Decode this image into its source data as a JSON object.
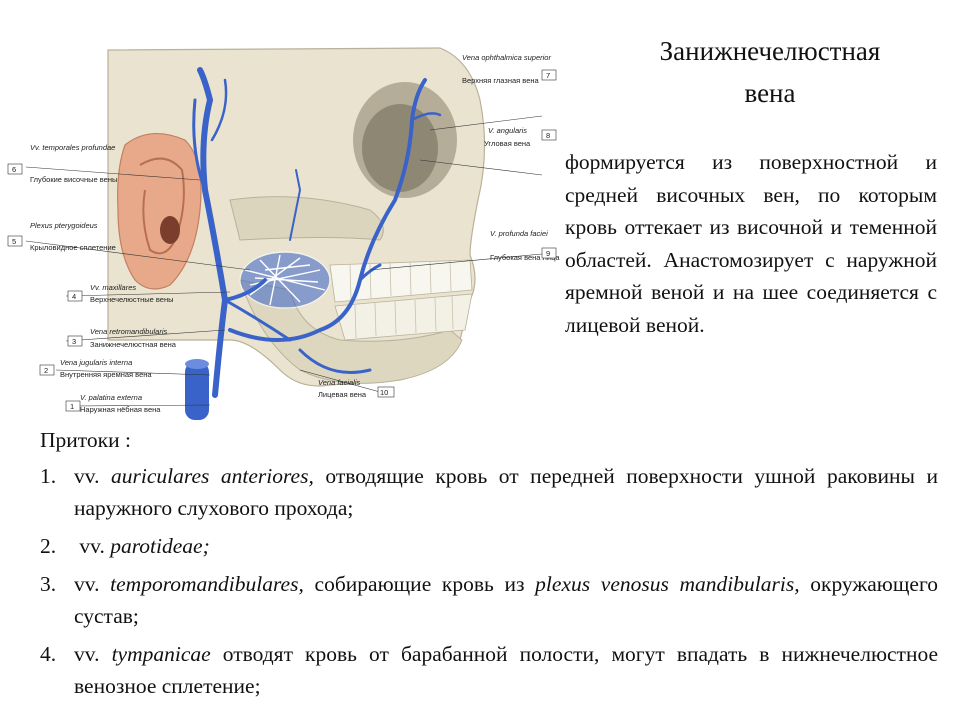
{
  "title": {
    "line1": "Занижнечелюстная",
    "line2": "вена"
  },
  "description": {
    "text": "формируется из поверхностной и средней височных вен, по которым кровь оттекает из височной и теменной областей. Анастомозирует с наружной яремной веной и на шее соединяется с лицевой веной."
  },
  "figure_labels": {
    "l1_lat": "Vena ophthalmica superior",
    "l1_ru": "Верхняя глазная вена",
    "l1_num": "7",
    "l2_lat": "V. angularis",
    "l2_ru": "Угловая вена",
    "l2_num": "8",
    "l3_lat": "Vv. temporales profundae",
    "l3_ru": "Глубокие височные вены",
    "l3_num": "6",
    "l4_lat": "Plexus pterygoideus",
    "l4_ru": "Крыловидное сплетение",
    "l4_num": "5",
    "l5_lat": "V. profunda faciei",
    "l5_ru": "Глубокая вена лица",
    "l5_num": "9",
    "l6_lat": "Vv. maxillares",
    "l6_ru": "Верхнечелюстные вены",
    "l6_num": "4",
    "l7_lat": "Vena retromandibularis",
    "l7_ru": "Занижнечелюстная вена",
    "l7_num": "3",
    "l8_lat": "Vena jugularis interna",
    "l8_ru": "Внутренняя яремная вена",
    "l8_num": "2",
    "l9_lat": "V. palatina externa",
    "l9_ru": "Наружная нёбная вена",
    "l9_num": "1",
    "l10_lat": "Vena facialis",
    "l10_ru": "Лицевая вена",
    "l10_num": "10"
  },
  "tributaries": {
    "heading": "Притоки :",
    "items": [
      {
        "num": "1.",
        "pre": "vv. ",
        "latin": "auriculares anteriores,",
        "post": " отводящие кровь от передней поверхности ушной раковины и наружного слухового прохода;"
      },
      {
        "num": "2.",
        "pre": " vv. ",
        "latin": "parotideae;",
        "post": ""
      },
      {
        "num": "3.",
        "pre": "vv. ",
        "latin": "temporomandibulares,",
        "post": " собирающие кровь из ",
        "latin2": "plexus venosus mandibularis,",
        "post2": " окружающего сустав;"
      },
      {
        "num": "4.",
        "pre": "vv. ",
        "latin": "tympanicae",
        "post": " отводят кровь от барабанной полости, могут впадать в нижнечелюстное венозное сплетение;"
      }
    ]
  },
  "colors": {
    "vein": "#3a63c9",
    "bone": "#e9e3cf",
    "bone_shadow": "#b9b19a",
    "ear": "#e8a98a",
    "teeth": "#f7f6ef"
  }
}
